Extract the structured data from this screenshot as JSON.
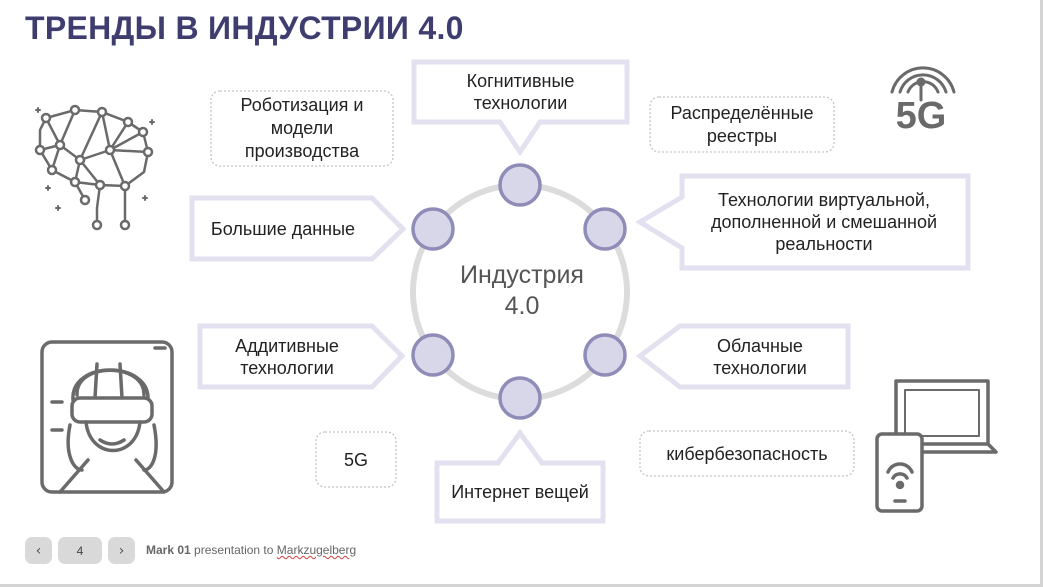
{
  "title": "ТРЕНДЫ В ИНДУСТРИИ 4.0",
  "center": {
    "line1": "Индустрия",
    "line2": "4.0"
  },
  "trends": {
    "cognitive": {
      "line1": "Когнитивные",
      "line2": "технологии"
    },
    "big_data": "Большие данные",
    "vr": {
      "line1": "Технологии виртуальной,",
      "line2": "дополненной и смешанной",
      "line3": "реальности"
    },
    "additive": {
      "line1": "Аддитивные",
      "line2": "технологии"
    },
    "cloud": {
      "line1": "Облачные",
      "line2": "технологии"
    },
    "iot": "Интернет вещей"
  },
  "notes": {
    "robotization": {
      "line1": "Роботизация и",
      "line2": "модели",
      "line3": "производства"
    },
    "distributed": {
      "line1": "Распределённые",
      "line2": "реестры"
    },
    "fiveg": "5G",
    "cyber": "кибербезопасность"
  },
  "icons": {
    "fiveg_text": "5G"
  },
  "footer": {
    "prev": "‹",
    "page": "4",
    "next": "›",
    "author": "Mark 01",
    "presentation_to": "presentation to",
    "recipient": "Markzugelberg"
  },
  "colors": {
    "title": "#3f3d6f",
    "node_fill": "#d8d7ea",
    "node_stroke": "#8f8cb8",
    "arrow_stroke": "#e3e1f0",
    "ring": "#dcdcdc",
    "icon": "#6a6a6a"
  }
}
